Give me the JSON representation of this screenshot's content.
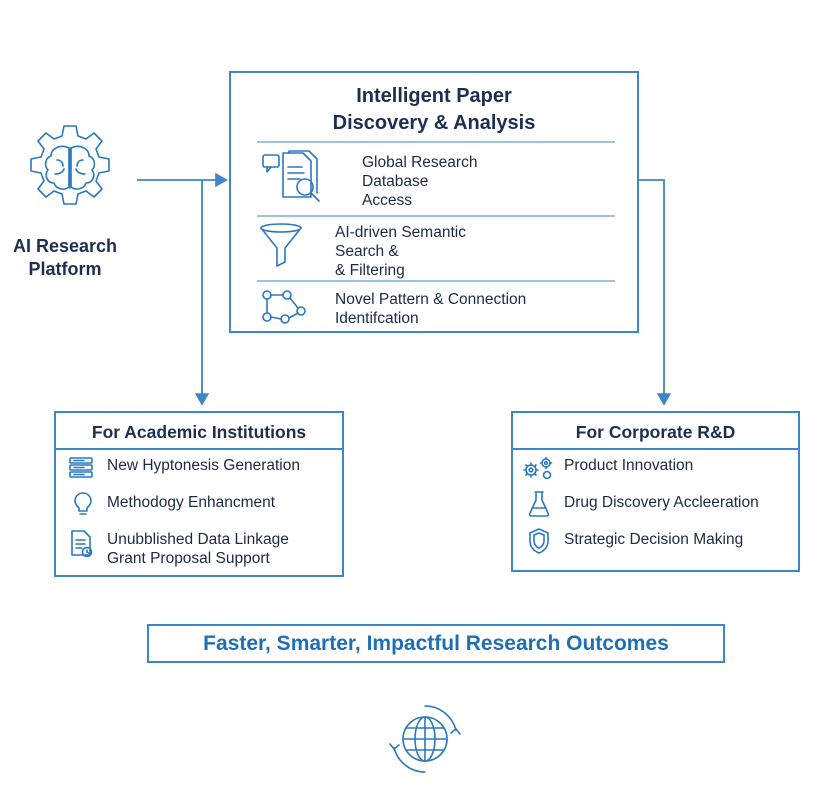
{
  "platform": {
    "label_line1": "AI Research",
    "label_line2": "Platform"
  },
  "discovery": {
    "title_line1": "Intelligent Paper",
    "title_line2": "Discovery & Analysis",
    "items": [
      {
        "lines": [
          "Global Research",
          "Database",
          "Access"
        ]
      },
      {
        "lines": [
          "AI-driven Semantic",
          "Search &",
          "& Filtering"
        ]
      },
      {
        "lines": [
          "Novel Pattern & Connection",
          "Identifcation"
        ]
      }
    ]
  },
  "academic": {
    "title": "For Academic Institutions",
    "items": [
      "New Hyptonesis Generation",
      "Methodogy Enhancment",
      "Unubblished Data Linkage",
      "Grant Proposal Support"
    ]
  },
  "corporate": {
    "title": "For Corporate R&D",
    "items": [
      "Product Innovation",
      "Drug Discovery Accleeration",
      "Strategic Decision Making"
    ]
  },
  "outcome": {
    "label": "Faster, Smarter, Impactful Research Outcomes"
  },
  "colors": {
    "accent": "#3d86c8",
    "title": "#1c2f52",
    "outcome_text": "#1f6fb5"
  }
}
